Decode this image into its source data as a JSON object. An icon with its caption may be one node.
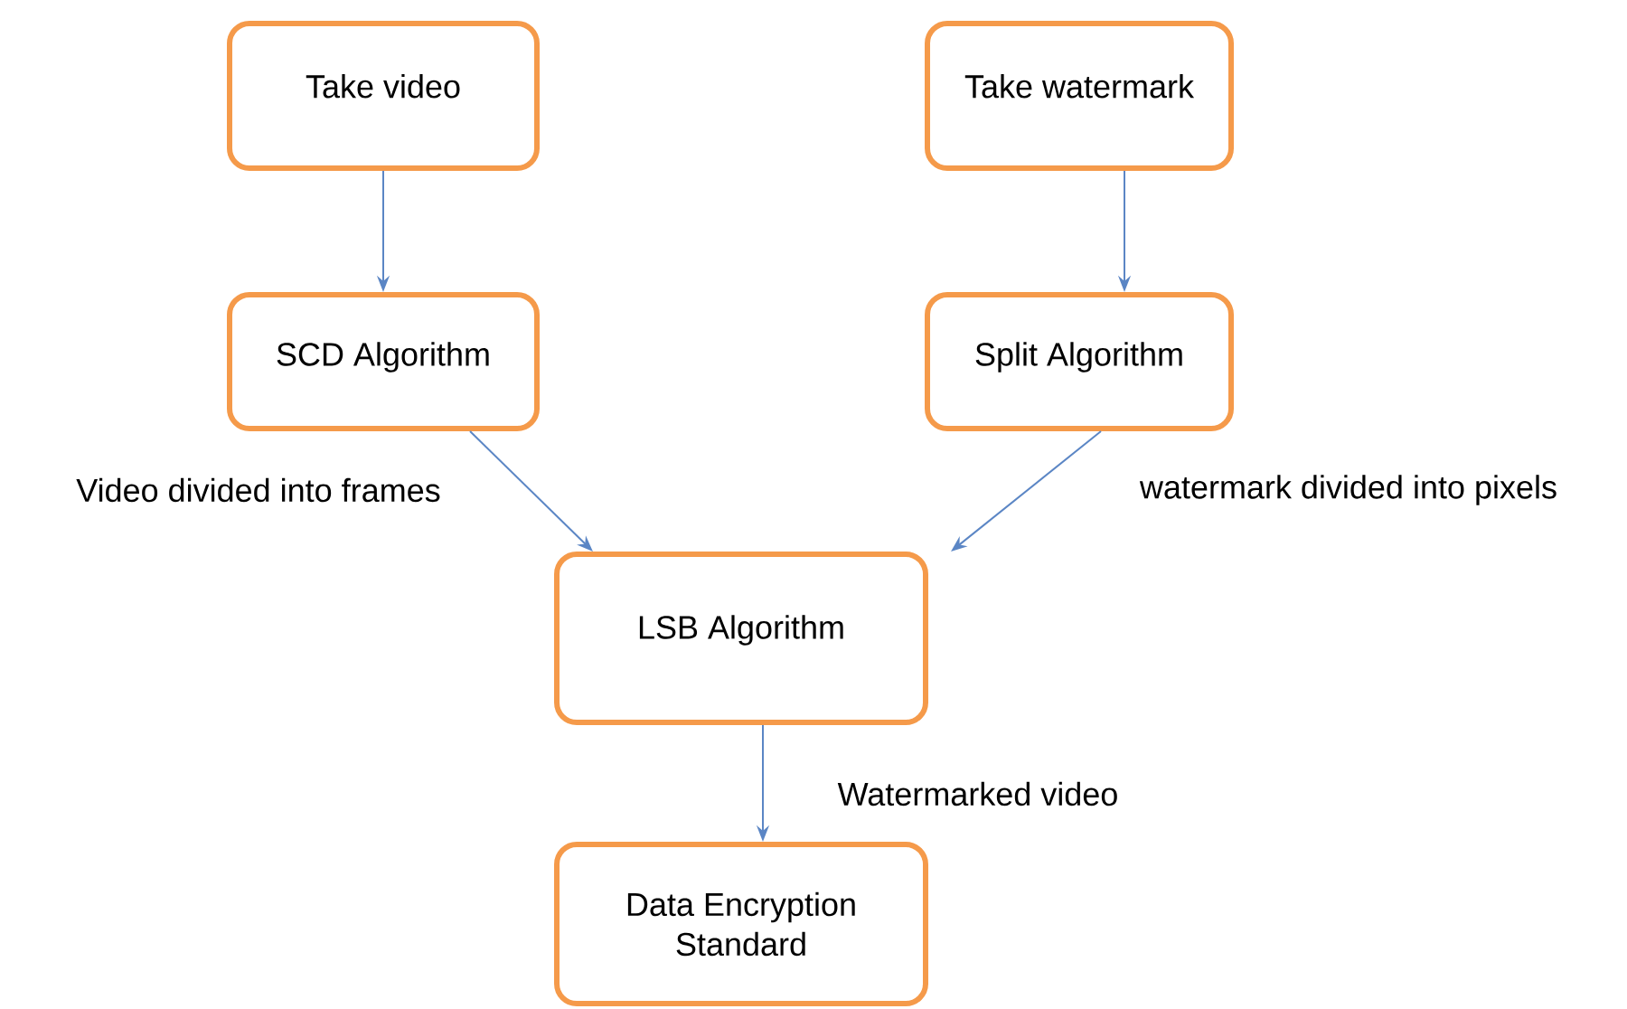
{
  "diagram": {
    "nodes": [
      {
        "text": [
          "Take video"
        ]
      },
      {
        "text": [
          "Take watermark"
        ]
      },
      {
        "text": [
          "SCD Algorithm"
        ]
      },
      {
        "text": [
          "Split Algorithm"
        ]
      },
      {
        "text": [
          "LSB Algorithm"
        ]
      },
      {
        "text": [
          "Data Encryption Standard"
        ]
      }
    ],
    "edges": [
      {
        "from": 0,
        "to": 2,
        "arrow": "to"
      },
      {
        "from": 1,
        "to": 3,
        "arrow": "to"
      },
      {
        "from": 2,
        "to": 4,
        "arrow": "to",
        "label": "Video divided into frames"
      },
      {
        "from": 3,
        "to": 4,
        "arrow": "to",
        "label": "watermark divided into pixels"
      },
      {
        "from": 4,
        "to": 5,
        "arrow": "to",
        "label": "Watermarked video"
      }
    ]
  }
}
